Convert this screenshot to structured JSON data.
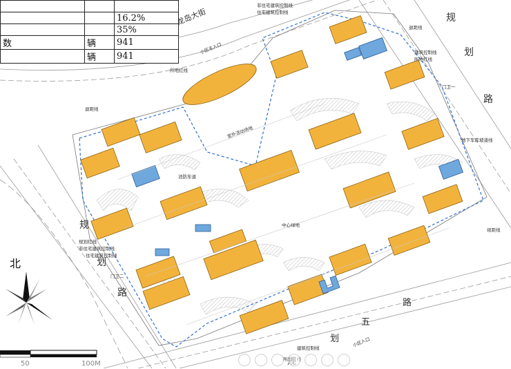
{
  "stats_table": {
    "rows": [
      [
        "",
        "",
        ""
      ],
      [
        "",
        "",
        "16.2%"
      ],
      [
        "",
        "",
        "35%"
      ],
      [
        "数",
        "辆",
        "941"
      ],
      [
        "",
        "辆",
        "941"
      ]
    ]
  },
  "road_labels": {
    "top_street": "龙岛大街",
    "right_road_1": "规",
    "right_road_2": "划",
    "right_road_3": "路",
    "left_road_1": "规",
    "left_road_2": "划",
    "left_road_3": "路",
    "bottom_road_1": "五",
    "bottom_road_2": "路",
    "bottom_road_3": "划",
    "bottom_road_4": "规"
  },
  "site_labels": {
    "control_line_1": "非住宅建筑控制线",
    "control_line_2": "住宅建筑控制线",
    "redline_top": "所地红线",
    "setback_top_left": "退距线",
    "setback_top_right": "退距线",
    "setback_right": "视距线",
    "control_right_1": "建筑控制线",
    "control_right_2": "所地红线",
    "garage_ramp": "地下车库坡道线",
    "gate_1": "门卫一",
    "gate_2": "门卫二",
    "main_entrance_top": "小区主入口",
    "main_entrance_bottom": "小区入口",
    "left_redline": "规划红线",
    "left_control_1": "非住宅建筑控制线",
    "left_control_2": "住宅建筑控制线",
    "bottom_control": "建筑控制线",
    "bottom_redline": "所地红线",
    "central_green": "中心绿地",
    "activity_area": "室外活动场地",
    "fire_lane": "消防车道"
  },
  "compass": {
    "north": "北"
  },
  "scale_bar": {
    "label_50": "50",
    "label_100": "100M"
  },
  "colors": {
    "building": "#F2B33D",
    "building_edge": "#8A6210",
    "public_building": "#6FA8DC",
    "road": "#e0e0e0",
    "site_boundary": "#2f6fd0",
    "fire_lane": "#d9d9d9"
  }
}
